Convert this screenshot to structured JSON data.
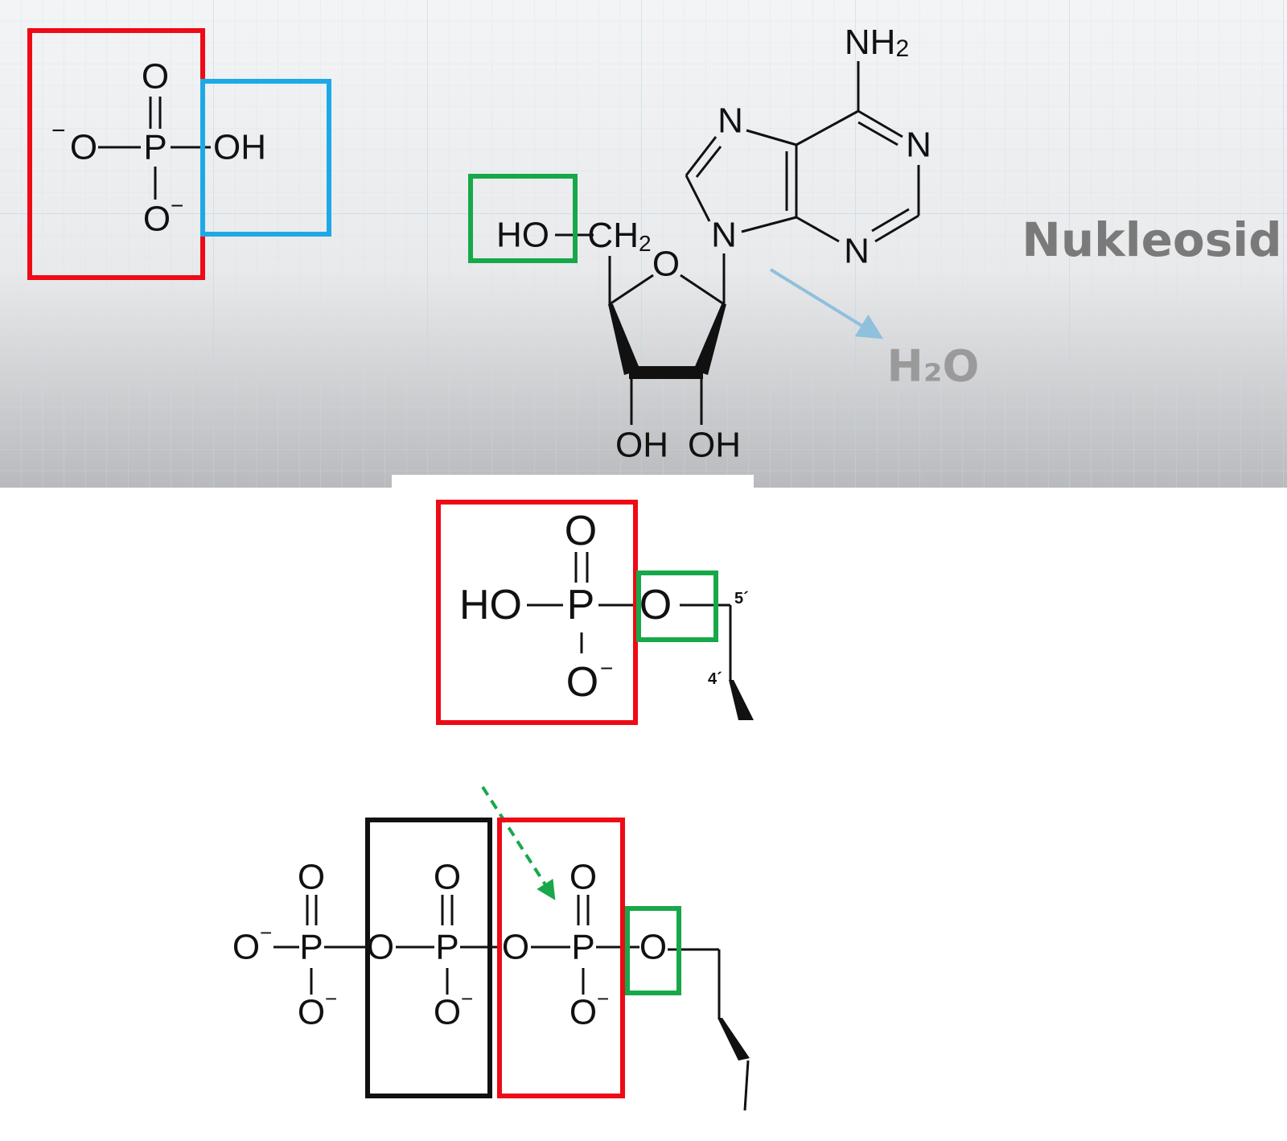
{
  "top_panel": {
    "phosphate": {
      "o_top": "O",
      "p": "P",
      "o_left": "O",
      "o_left_charge": "−",
      "oh": "OH",
      "o_bottom": "O",
      "o_bottom_charge": "−"
    },
    "nucleoside": {
      "ho": "HO",
      "ch2": "CH",
      "ch2_sub": "2",
      "ring_o": "O",
      "oh_left": "OH",
      "oh_right": "OH",
      "n9": "N",
      "n7": "N",
      "n1": "N",
      "n3": "N",
      "nh2": "NH",
      "nh2_sub": "2"
    },
    "water": "H₂O",
    "title": "Nukleosid"
  },
  "middle_panel": {
    "ho": "HO",
    "p": "P",
    "o_ester": "O",
    "o_top": "O",
    "o_bottom": "O",
    "o_bottom_charge": "−",
    "label_5": "5´",
    "label_4": "4´"
  },
  "bottom_panel": {
    "groups": [
      {
        "o_left": "O",
        "o_left_charge": "−",
        "p": "P",
        "o_top": "O",
        "o_bottom": "O",
        "o_bottom_charge": "−"
      },
      {
        "o_left": "O",
        "p": "P",
        "o_top": "O",
        "o_bottom": "O",
        "o_bottom_charge": "−"
      },
      {
        "o_left": "O",
        "p": "P",
        "o_top": "O",
        "o_bottom": "O",
        "o_bottom_charge": "−"
      }
    ],
    "o_ester": "O"
  },
  "colors": {
    "red": "#ee0a16",
    "blue": "#1ea9e6",
    "green": "#17a84a",
    "black": "#111111",
    "arrow_blue": "#8fc0dc",
    "gray_text": "#7a7a7a"
  }
}
